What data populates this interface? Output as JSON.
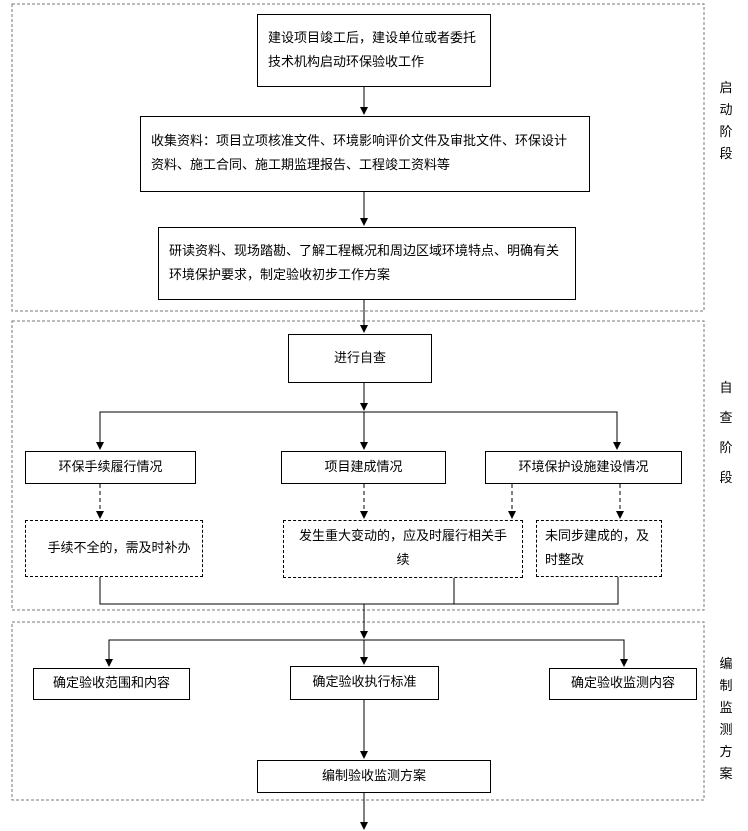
{
  "stages": {
    "start": "启动阶段",
    "self_check": "自查阶段",
    "plan": "编制监测方案"
  },
  "nodes": {
    "n1": "建设项目竣工后，建设单位或者委托技术机构启动环保验收工作",
    "n2": "收集资料：项目立项核准文件、环境影响评价文件及审批文件、环保设计资料、施工合同、施工期监理报告、工程竣工资料等",
    "n3": "研读资料、现场踏勘、了解工程概况和周边区域环境特点、明确有关环境保护要求，制定验收初步工作方案",
    "n4": "进行自查",
    "n5a": "环保手续履行情况",
    "n5b": "项目建成情况",
    "n5c": "环境保护设施建设情况",
    "n6a": "手续不全的，需及时补办",
    "n6b": "发生重大变动的，应及时履行相关手续",
    "n6c": "未同步建成的，及时整改",
    "n7a": "确定验收范围和内容",
    "n7b": "确定验收执行标准",
    "n7c": "确定验收监测内容",
    "n8": "编制验收监测方案"
  }
}
